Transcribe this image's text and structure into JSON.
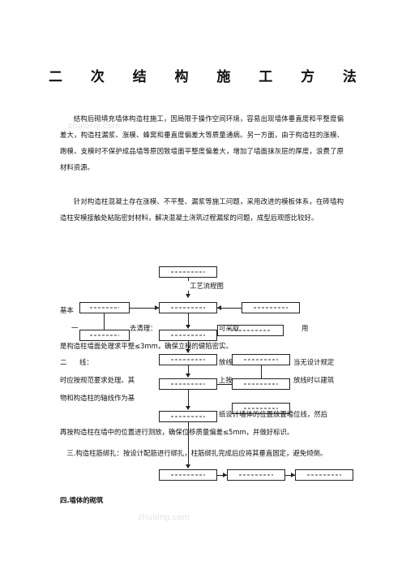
{
  "document": {
    "title_chars": [
      "二",
      "次",
      "结",
      "构",
      "施",
      "工",
      "方",
      "法"
    ],
    "para1": "结构后砌填充墙体构造柱施工，因局限于操作空间环境，容易出现墙体垂直度和平整度偏差大，构造柱漏浆、涨模、蜂窝和垂直度偏差大等质量通病。另一方面，由于构造柱的涨模、跑模、支模时不保护成品墙等原因致墙面平整度偏差大，增加了墙面抹灰层的厚度，浪费了原材料资源。",
    "para2": "针对构造柱混凝土存在涨模、不平整、漏浆等施工问题，采用改进的模板体系，在砖墙构造柱安模接触处粘贴密封材料，解决混凝土浇筑过程漏浆的问题，成型后观感比较好。",
    "flow_label": "工艺流程图",
    "line_basic": "基本",
    "line_one_a": "一",
    "line_one_b": "去清理：",
    "line_one_c": "可采取",
    "line_one_d": "用",
    "line_one_e": "是构造柱墙面处理求平整≤3mm，确保立模的健陷密实。",
    "line_two_a": "二",
    "line_two_b": "线：",
    "line_two_c": "放线",
    "line_two_d": "当无设计规定",
    "line_two_e": "时应按规范要求处理。其",
    "line_two_f": "上按",
    "line_two_g": "放线时以建筑",
    "line_two_h": "物和构造柱的轴线作为基",
    "line_two_i": "纸设计墙体的位置放置墙位线，然后",
    "line_two_j": "再按构造柱在墙中的位置进行测放，确保位移质量偏差≤5mm，并做好标识。",
    "line_three": "三.构造柱筋绑扎：按设计配筋进行绑扎，柱筋绑扎完成后应将其垂直固定，避免倾倒。",
    "line_four": "四.墙体的砌筑"
  },
  "watermarks": [
    "zhulong.com",
    "zhulong.com"
  ]
}
